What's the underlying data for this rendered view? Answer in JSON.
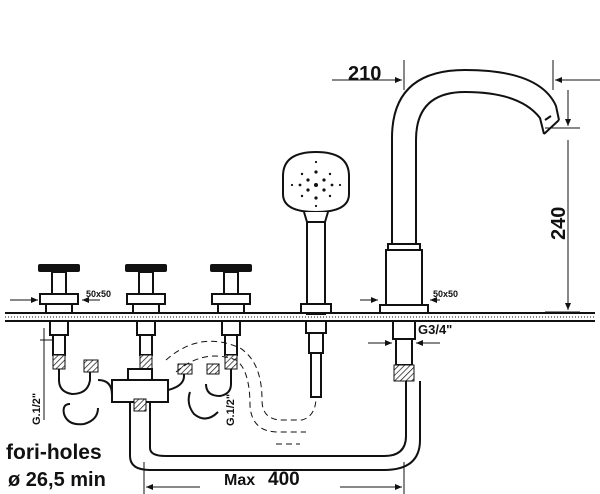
{
  "dimensions": {
    "spout_reach": "210",
    "spout_height": "240",
    "max_spacing_value": "400",
    "max_spacing_prefix": "Max"
  },
  "labels": {
    "plate_left": "50x50",
    "plate_right": "50x50",
    "thread_spout": "G3/4\"",
    "thread_valve_left": "G.1/2\"",
    "thread_valve_mid": "G.1/2\"",
    "holes_title": "fori-holes",
    "holes_diameter": "ø 26,5 min"
  }
}
